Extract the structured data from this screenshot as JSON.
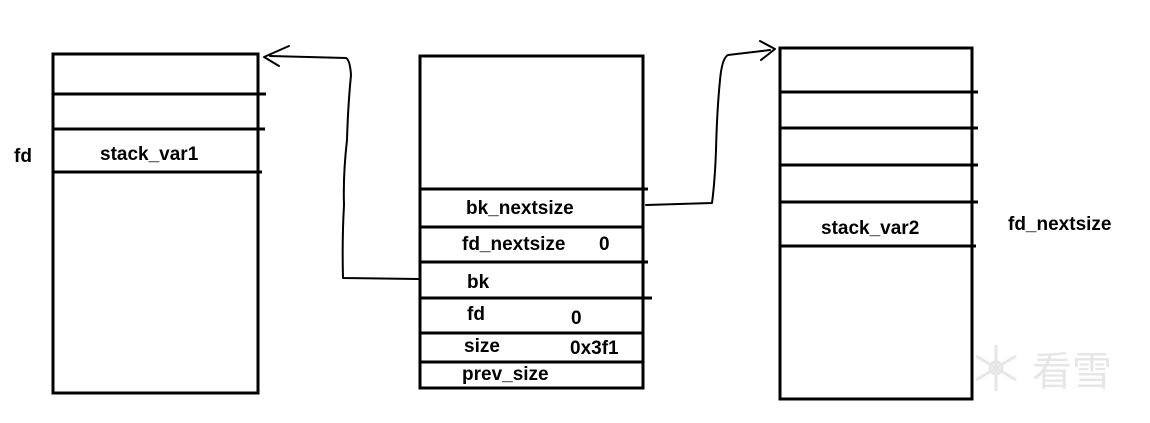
{
  "left_block": {
    "side_label": "fd",
    "field": "stack_var1"
  },
  "middle_block": {
    "fields": {
      "bk_nextsize": "bk_nextsize",
      "fd_nextsize": "fd_nextsize",
      "fd_nextsize_value": "0",
      "bk": "bk",
      "fd": "fd",
      "fd_value": "0",
      "size": "size",
      "size_value": "0x3f1",
      "prev_size": "prev_size"
    }
  },
  "right_block": {
    "field": "stack_var2",
    "side_label": "fd_nextsize"
  },
  "watermark": {
    "text": "看雪",
    "icon": "snowflake-icon"
  },
  "colors": {
    "stroke": "#000000",
    "background": "#ffffff",
    "watermark": "#e6e6e6"
  }
}
